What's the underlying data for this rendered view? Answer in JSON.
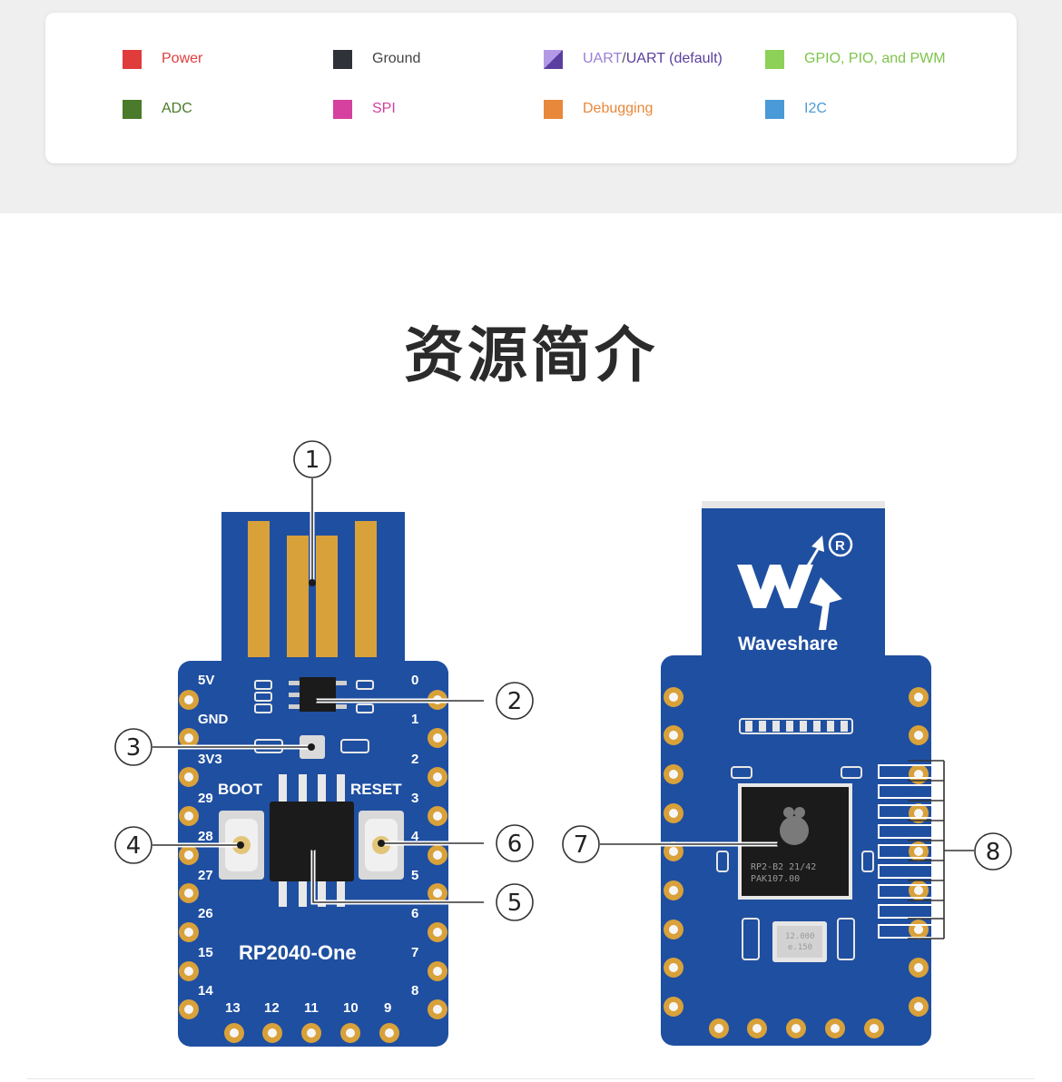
{
  "legend": [
    {
      "label": "Power",
      "color": "#e03c3c"
    },
    {
      "label": "Ground",
      "color": "#2f3238"
    },
    {
      "label_a": "UART",
      "label_sep": " / ",
      "label_b": "UART (default)",
      "color_a": "#9a7fd6",
      "color_b": "#5a3fa0"
    },
    {
      "label": "GPIO, PIO, and PWM",
      "color": "#8dd158"
    },
    {
      "label": "ADC",
      "color": "#4a7a2a"
    },
    {
      "label": "SPI",
      "color": "#d6409e"
    },
    {
      "label": "Debugging",
      "color": "#e8883a"
    },
    {
      "label": "I2C",
      "color": "#4a9ad8"
    }
  ],
  "section_title": "资源简介",
  "front_board": {
    "name": "RP2040-One",
    "pins_left": [
      "5V",
      "GND",
      "3V3",
      "29",
      "28",
      "27",
      "26",
      "15",
      "14"
    ],
    "pins_right": [
      "0",
      "1",
      "2",
      "3",
      "4",
      "5",
      "6",
      "7",
      "8"
    ],
    "pins_bottom": [
      "13",
      "12",
      "11",
      "10",
      "9"
    ],
    "label_boot": "BOOT",
    "label_reset": "RESET"
  },
  "back_board": {
    "brand": "Waveshare",
    "chip_line1": "RP2-B2   21/42",
    "chip_line2": "PAK107.00",
    "crystal_line1": "12.000",
    "crystal_line2": "e.150"
  },
  "callouts": [
    "1",
    "2",
    "3",
    "4",
    "5",
    "6",
    "7",
    "8"
  ],
  "colors": {
    "pcb": "#1f4fa0",
    "pcb_dark": "#153c80",
    "gold": "#d9a13a",
    "chip": "#1b1b1b"
  }
}
